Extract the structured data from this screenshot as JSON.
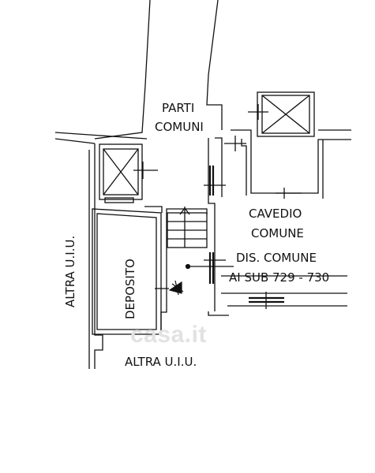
{
  "labels": {
    "parti_comuni_1": "PARTI",
    "parti_comuni_2": "COMUNI",
    "cavedio_1": "CAVEDIO",
    "cavedio_2": "COMUNE",
    "dis_comune": "DIS. COMUNE",
    "ai_sub": "AI SUB 729 - 730",
    "deposito": "DEPOSITO",
    "altra_uiu_left": "ALTRA U.I.U.",
    "altra_uiu_bottom": "ALTRA U.I.U."
  },
  "watermark": "casa.it",
  "colors": {
    "line": "#111111",
    "watermark": "#e2e2e2"
  }
}
